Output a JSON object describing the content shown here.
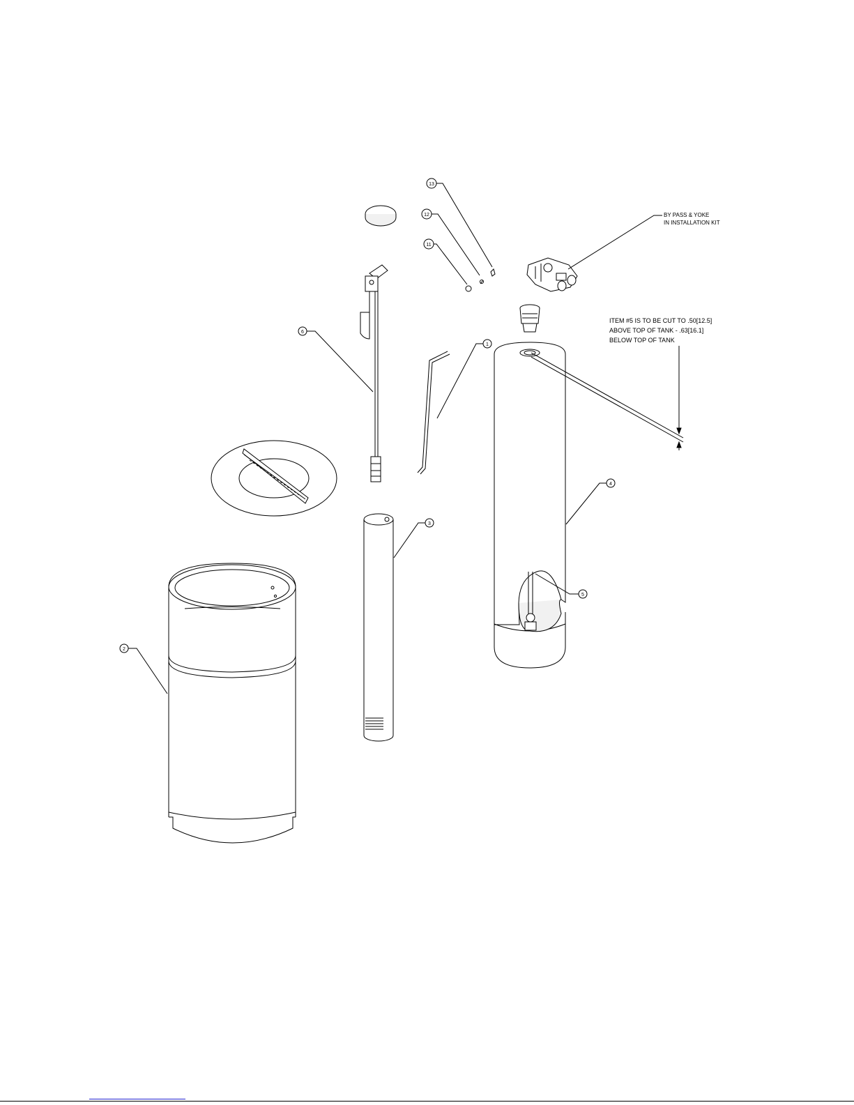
{
  "balloons": [
    {
      "id": "13",
      "label": "13"
    },
    {
      "id": "12",
      "label": "12"
    },
    {
      "id": "11",
      "label": "11"
    },
    {
      "id": "6",
      "label": "6"
    },
    {
      "id": "1",
      "label": "1"
    },
    {
      "id": "4",
      "label": "4"
    },
    {
      "id": "3",
      "label": "3"
    },
    {
      "id": "5",
      "label": "5"
    },
    {
      "id": "2",
      "label": "2"
    }
  ],
  "callout_bypass": {
    "line1": "BY PASS & YOKE",
    "line2": "IN INSTALLATION KIT"
  },
  "note_item5": {
    "line1": "ITEM #5 IS TO BE CUT TO .50[12.5]",
    "line2": "ABOVE TOP OF TANK - .63[16.1]",
    "line3": "BELOW TOP OF TANK"
  },
  "colors": {
    "ink": "#000000",
    "fill": "#ffffff",
    "shade": "#f1f1f1",
    "link": "#2222cc"
  }
}
